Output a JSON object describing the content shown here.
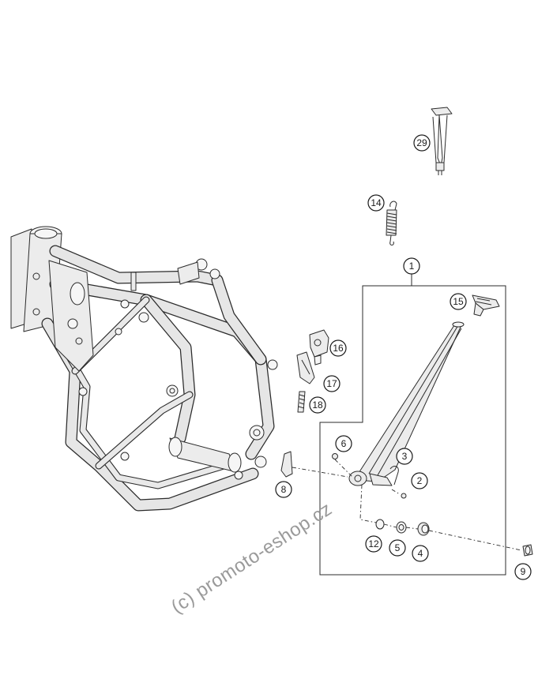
{
  "callouts": {
    "c1": "1",
    "c2": "2",
    "c3": "3",
    "c4": "4",
    "c5": "5",
    "c6": "6",
    "c8": "8",
    "c9": "9",
    "c12": "12",
    "c14": "14",
    "c15": "15",
    "c16": "16",
    "c17": "17",
    "c18": "18",
    "c29": "29"
  },
  "watermark": "(c) promoto-eshop.cz"
}
